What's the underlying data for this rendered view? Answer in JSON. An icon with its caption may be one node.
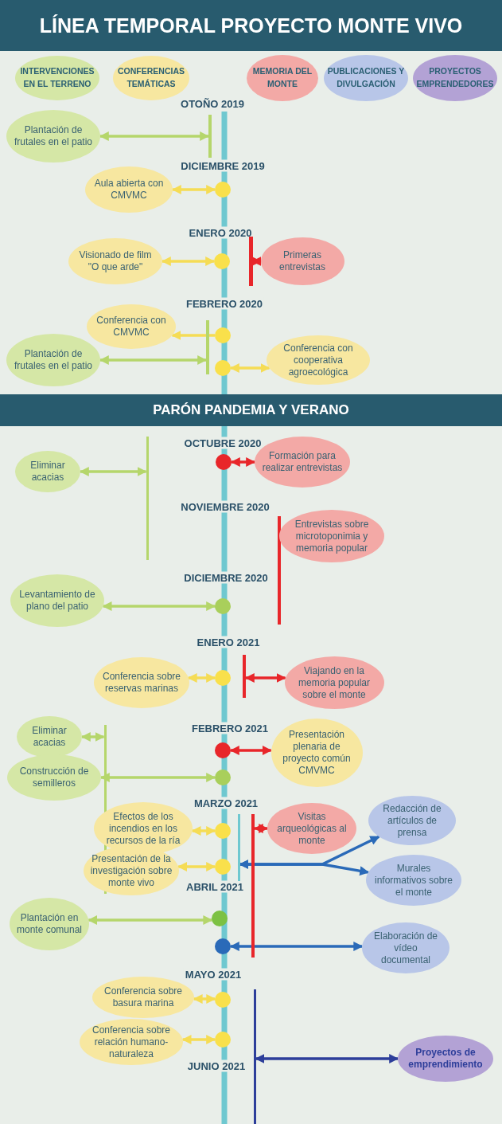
{
  "diagram": {
    "title": "LÍNEA TEMPORAL PROYECTO MONTE VIVO",
    "nodes": [
      {
        "text": [
          "Plantación de frutales en el patio"
        ]
      },
      {
        "text": [],
        "shape": "bar"
      },
      {
        "text": [
          "Aula abierta con CMVMC"
        ]
      },
      {
        "text": [],
        "shape": "circle"
      },
      {
        "text": [
          "Visionado de film \"O que arde\""
        ]
      },
      {
        "text": [],
        "shape": "circle"
      },
      {
        "text": [],
        "shape": "bar"
      },
      {
        "text": [
          "Primeras entrevistas"
        ]
      },
      {
        "text": [
          "Conferencia con CMVMC"
        ]
      },
      {
        "text": [],
        "shape": "circle"
      },
      {
        "text": [],
        "shape": "bar"
      },
      {
        "text": [
          "Plantación de frutales en el patio"
        ]
      },
      {
        "text": [],
        "shape": "circle"
      },
      {
        "text": [
          "Conferencia con cooperativa agroecológica"
        ]
      },
      {
        "text": [],
        "shape": "bar"
      },
      {
        "text": [
          "Eliminar acacias"
        ]
      },
      {
        "text": [],
        "shape": "circle"
      },
      {
        "text": [
          "Formación para realizar entrevistas"
        ]
      },
      {
        "text": [],
        "shape": "bar"
      },
      {
        "text": [
          "Entrevistas sobre microtoponimia y memoria popular"
        ]
      },
      {
        "text": [
          "Levantamiento de plano del patio"
        ]
      },
      {
        "text": [],
        "shape": "circle"
      },
      {
        "text": [
          "Conferencia sobre reservas marinas"
        ]
      },
      {
        "text": [],
        "shape": "circle"
      },
      {
        "text": [],
        "shape": "bar"
      },
      {
        "text": [
          "Viajando en la memoria popular sobre el monte"
        ]
      },
      {
        "text": [
          "Eliminar acacias"
        ]
      },
      {
        "text": [],
        "shape": "bar"
      },
      {
        "text": [],
        "shape": "circle"
      },
      {
        "text": [
          "Presentación plenaria de proyecto común CMVMC"
        ]
      },
      {
        "text": [
          "Construcción de semilleros"
        ]
      },
      {
        "text": [],
        "shape": "circle"
      },
      {
        "text": [
          "Efectos de los incendios en los recursos de la ría"
        ]
      },
      {
        "text": [],
        "shape": "circle"
      },
      {
        "text": [],
        "shape": "bar"
      },
      {
        "text": [],
        "shape": "bar"
      },
      {
        "text": [
          "Visitas arqueológicas al monte"
        ]
      },
      {
        "text": [
          "Presentación de la investigación sobre monte vivo"
        ]
      },
      {
        "text": [],
        "shape": "circle"
      },
      {
        "text": [
          "Redacción de artículos de prensa"
        ]
      },
      {
        "text": [
          "Murales informativos sobre el monte"
        ]
      },
      {
        "text": [
          "Plantación en monte comunal"
        ]
      },
      {
        "text": [],
        "shape": "circle"
      },
      {
        "text": [],
        "shape": "circle"
      },
      {
        "text": [
          "Elaboración de vídeo documental"
        ]
      },
      {
        "text": [
          "Conferencia sobre basura marina"
        ]
      },
      {
        "text": [],
        "shape": "circle"
      },
      {
        "text": [
          "Conferencia sobre relación humano-naturaleza"
        ]
      },
      {
        "text": [],
        "shape": "circle"
      },
      {
        "text": [],
        "shape": "bar"
      },
      {
        "text": [
          "Proyectos de emprendimiento"
        ]
      }
    ],
    "edges": [
      {
        "from": 0,
        "to": 1,
        "arrow": "both",
        "color": "#b5d66b"
      },
      {
        "from": 2,
        "to": 3,
        "arrow": "both"
      },
      {
        "from": 4,
        "to": 5,
        "arrow": "both"
      },
      {
        "from": 6,
        "to": 7,
        "arrow": "both",
        "color": "#e8262a"
      },
      {
        "from": 9,
        "to": 8,
        "arrow": "to"
      },
      {
        "from": 11,
        "to": 10,
        "arrow": "both",
        "color": "#b5d66b"
      },
      {
        "from": 12,
        "to": 13,
        "arrow": "both"
      },
      {
        "from": 15,
        "to": 14,
        "arrow": "both",
        "color": "#b5d66b"
      },
      {
        "from": 16,
        "to": 17,
        "arrow": "both",
        "color": "#e8262a"
      },
      {
        "from": 20,
        "to": 21,
        "arrow": "both",
        "color": "#b5d66b"
      },
      {
        "from": 22,
        "to": 23,
        "arrow": "both"
      },
      {
        "from": 24,
        "to": 25,
        "arrow": "both",
        "color": "#e8262a"
      },
      {
        "from": 26,
        "to": 27,
        "arrow": "both",
        "color": "#b5d66b"
      },
      {
        "from": 28,
        "to": 29,
        "arrow": "both",
        "color": "#e8262a"
      },
      {
        "from": 30,
        "to": 31,
        "arrow": "both",
        "color": "#b5d66b"
      },
      {
        "from": 32,
        "to": 33,
        "arrow": "both"
      },
      {
        "from": 35,
        "to": 36,
        "arrow": "both",
        "color": "#e8262a"
      },
      {
        "from": 37,
        "to": 38,
        "arrow": "both"
      },
      {
        "from": 34,
        "to": 39,
        "arrow": "both",
        "color": "#2a6ab8"
      },
      {
        "from": 34,
        "to": 40,
        "arrow": "both",
        "color": "#2a6ab8"
      },
      {
        "from": 41,
        "to": 42,
        "arrow": "both",
        "color": "#b5d66b"
      },
      {
        "from": 43,
        "to": 44,
        "arrow": "both",
        "color": "#2a6ab8"
      },
      {
        "from": 45,
        "to": 46,
        "arrow": "both"
      },
      {
        "from": 47,
        "to": 48,
        "arrow": "both"
      },
      {
        "from": 49,
        "to": 50,
        "arrow": "both",
        "color": "#2d3e9a"
      }
    ],
    "labels": [
      "OTOÑO 2019",
      "DICIEMBRE 2019",
      "ENERO 2020",
      "FEBRERO 2020",
      "PARÓN PANDEMIA Y VERANO",
      "OCTUBRE 2020",
      "NOVIEMBRE 2020",
      "DICIEMBRE 2020",
      "ENERO 2021",
      "FEBRERO 2021",
      "MARZO 2021",
      "ABRIL 2021",
      "MAYO 2021",
      "JUNIO 2021"
    ],
    "legend": [
      {
        "text": "INTERVENCIONES EN EL TERRENO",
        "color": "#d5e7a6"
      },
      {
        "text": "CONFERENCIAS TEMÁTICAS",
        "color": "#f7e7a0"
      },
      {
        "text": "MEMORIA DEL MONTE",
        "color": "#f3a9a6"
      },
      {
        "text": "PUBLICACIONES Y DIVULGACIÓN",
        "color": "#b8c6e8"
      },
      {
        "text": "PROYECTOS EMPRENDEDORES",
        "color": "#b3a2d5"
      }
    ]
  }
}
